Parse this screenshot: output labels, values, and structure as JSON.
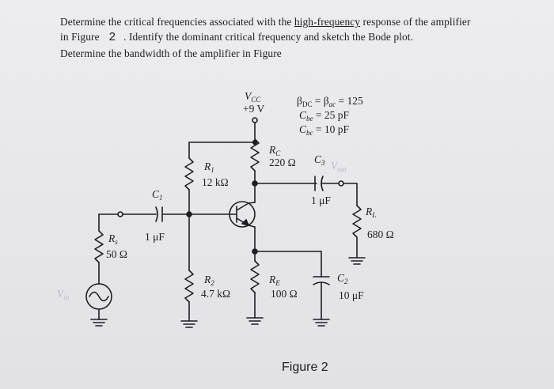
{
  "question": {
    "line1_pre": "Determine the critical frequencies associated with the ",
    "line1_underlined": "high-frequency",
    "line1_post": " response of the amplifier",
    "line2_pre": "in Figure",
    "figure_number": "2",
    "line2_post": ". Identify the dominant critical frequency and sketch the Bode plot.",
    "line3": "Determine the bandwidth of the amplifier in Figure"
  },
  "circuit": {
    "vcc": {
      "symbol": "V",
      "sub": "CC",
      "value": "+9 V"
    },
    "specs": {
      "beta": {
        "a": "β",
        "a_sub": "DC",
        "eq": " = ",
        "b": "β",
        "b_sub": "ac",
        "value": " = 125"
      },
      "cbe": {
        "symbol": "C",
        "sub": "be",
        "value": " = 25 pF"
      },
      "cbc": {
        "symbol": "C",
        "sub": "bc",
        "value": " = 10 pF"
      }
    },
    "rc": {
      "symbol": "R",
      "sub": "C",
      "value": "220 Ω"
    },
    "r1": {
      "symbol": "R",
      "sub": "1",
      "value": "12 kΩ"
    },
    "r2": {
      "symbol": "R",
      "sub": "2",
      "value": "4.7 kΩ"
    },
    "re": {
      "symbol": "R",
      "sub": "E",
      "value": "100 Ω"
    },
    "rs": {
      "symbol": "R",
      "sub": "s",
      "value": "50 Ω"
    },
    "rl": {
      "symbol": "R",
      "sub": "L",
      "value": "680 Ω"
    },
    "c1": {
      "symbol": "C",
      "sub": "1",
      "value": "1 μF"
    },
    "c2": {
      "symbol": "C",
      "sub": "2",
      "value": "10 μF"
    },
    "c3": {
      "symbol": "C",
      "sub": "3",
      "value": "1 μF"
    },
    "vout": {
      "symbol": "V",
      "sub": "out"
    },
    "vin": {
      "symbol": "V",
      "sub": "in"
    },
    "caption": "Figure 2"
  }
}
